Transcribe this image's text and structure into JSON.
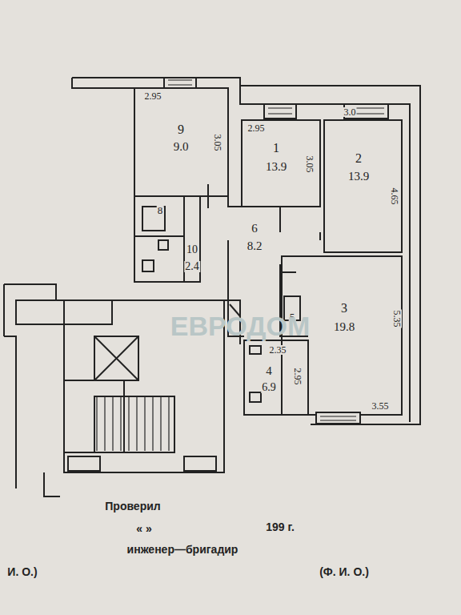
{
  "diagram": {
    "labels": [
      "9",
      "9.0",
      "2.95",
      "3.05",
      "1",
      "13.9",
      "2.95",
      "3.05",
      "2",
      "13.9",
      "3.0",
      "4.65",
      "8",
      "10",
      "2.4",
      "6",
      "8.2",
      "5",
      "4",
      "6.9",
      "2.35",
      "2.95",
      "3",
      "19.8",
      "5.35",
      "3.55",
      "ЕВРОДОМ",
      "Проверил",
      "«      »",
      "199   г.",
      "инженер—бригадир",
      "И. О.)",
      "(Ф. И. О.)"
    ]
  }
}
